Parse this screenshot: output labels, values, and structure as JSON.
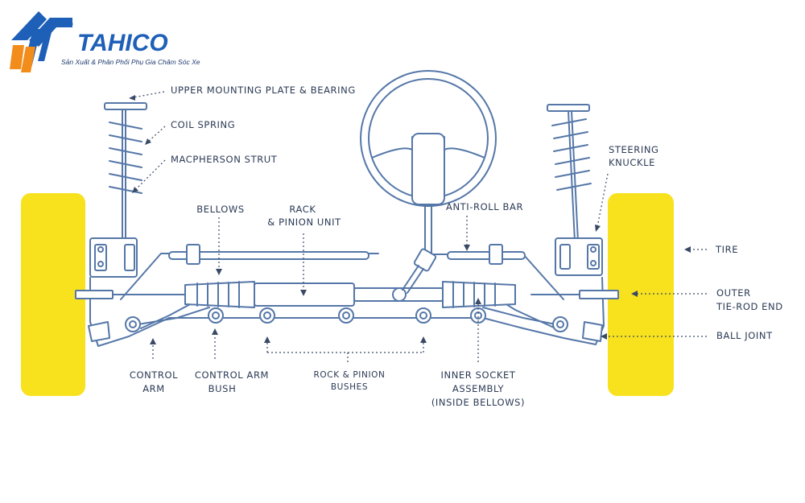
{
  "logo": {
    "brand": "TAHICO",
    "registered": "®",
    "tagline": "Sản Xuất & Phân Phối Phụ Gia Chăm Sóc Xe"
  },
  "labels": {
    "upper_mounting": "UPPER MOUNTING PLATE & BEARING",
    "coil_spring": "COIL SPRING",
    "macpherson": "MACPHERSON STRUT",
    "bellows": "BELLOWS",
    "rack_1": "RACK",
    "rack_2": "& PINION UNIT",
    "anti_roll": "ANTI-ROLL BAR",
    "steering_1": "STEERING",
    "steering_2": "KNUCKLE",
    "tire": "TIRE",
    "outer_1": "OUTER",
    "outer_2": "TIE-ROD END",
    "ball_joint": "BALL JOINT",
    "control_arm_1": "CONTROL",
    "control_arm_2": "ARM",
    "control_bush_1": "CONTROL ARM",
    "control_bush_2": "BUSH",
    "rp_bushes_1": "ROCK & PINION",
    "rp_bushes_2": "BUSHES",
    "inner_1": "INNER SOCKET",
    "inner_2": "ASSEMBLY",
    "inner_3": "(INSIDE BELLOWS)"
  },
  "colors": {
    "tire": "#f8e11d",
    "part_line": "#5577a8",
    "label_text": "#2b3a55",
    "brand_blue": "#1e5fb8",
    "brand_orange": "#f28c1b"
  }
}
